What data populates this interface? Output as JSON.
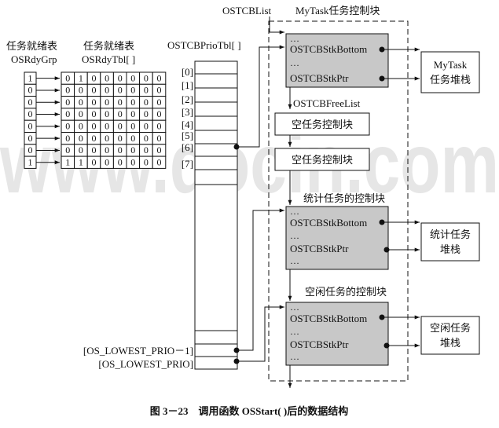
{
  "watermark": "www.docin.com",
  "labels": {
    "rdygrp_title": "任务就绪表",
    "rdygrp_name": "OSRdyGrp",
    "rdytbl_title": "任务就绪表",
    "rdytbl_name": "OSRdyTbl[ ]",
    "priotbl_name": "OSTCBPrioTbl[ ]",
    "tcblist": "OSTCBList",
    "mytask_tcb_title": "MyTask任务控制块",
    "freelist": "OSTCBFreeList",
    "stat_tcb_title": "统计任务的控制块",
    "idle_tcb_title": "空闲任务的控制块"
  },
  "rdygrp_bits": [
    "1",
    "0",
    "0",
    "0",
    "0",
    "0",
    "0",
    "1"
  ],
  "rdytbl_rows": [
    [
      "0",
      "1",
      "0",
      "0",
      "0",
      "0",
      "0",
      "0"
    ],
    [
      "0",
      "0",
      "0",
      "0",
      "0",
      "0",
      "0",
      "0"
    ],
    [
      "0",
      "0",
      "0",
      "0",
      "0",
      "0",
      "0",
      "0"
    ],
    [
      "0",
      "0",
      "0",
      "0",
      "0",
      "0",
      "0",
      "0"
    ],
    [
      "0",
      "0",
      "0",
      "0",
      "0",
      "0",
      "0",
      "0"
    ],
    [
      "0",
      "0",
      "0",
      "0",
      "0",
      "0",
      "0",
      "0"
    ],
    [
      "0",
      "0",
      "0",
      "0",
      "0",
      "0",
      "0",
      "0"
    ],
    [
      "1",
      "1",
      "0",
      "0",
      "0",
      "0",
      "0",
      "0"
    ]
  ],
  "prio_indices": [
    "[0]",
    "[1]",
    "[2]",
    "[3]",
    "[4]",
    "[5]",
    "[6]",
    "[7]"
  ],
  "prio_bottom": [
    "[OS_LOWEST_PRIO－1]",
    "[OS_LOWEST_PRIO]"
  ],
  "tcb_fields": {
    "dots": "…",
    "stk_bottom": "OSTCBStkBottom",
    "stk_ptr": "OSTCBStkPtr"
  },
  "free_blocks": [
    "空任务控制块",
    "空任务控制块"
  ],
  "stacks": {
    "mytask": [
      "MyTask",
      "任务堆栈"
    ],
    "stat": [
      "统计任务",
      "堆栈"
    ],
    "idle": [
      "空闲任务",
      "堆栈"
    ]
  },
  "caption": "图 3－23　调用函数 OSStart( )后的数据结构"
}
